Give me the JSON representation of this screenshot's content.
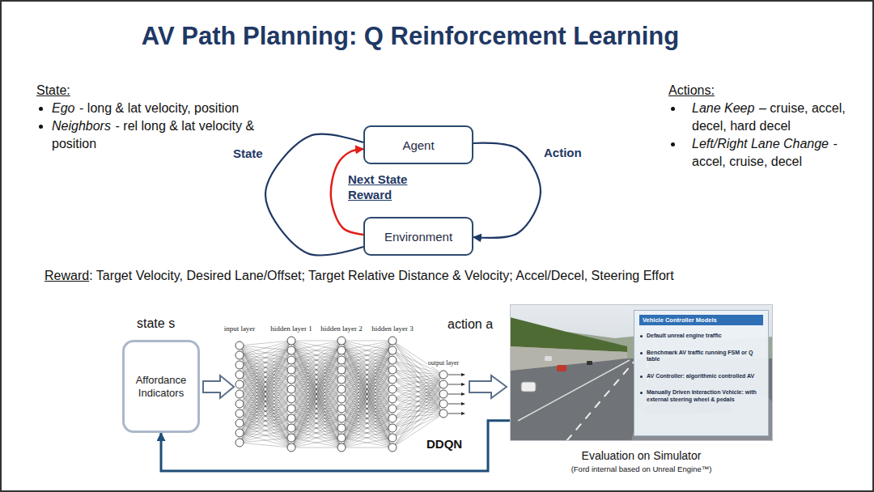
{
  "diagram": {
    "title": "AV Path Planning: Q Reinforcement Learning",
    "nodes": [
      {
        "text": [
          "Agent"
        ]
      },
      {
        "text": [
          "Environment"
        ]
      },
      {
        "text": [
          "state s",
          "Affordance Indicators"
        ]
      },
      {
        "text": [
          "Evaluation on Simulator",
          "(Ford internal based on Unreal Engine™)"
        ]
      },
      {
        "text": [
          "Vehicle Controller Models",
          "Default unreal engine traffic",
          "Benchmark AV traffic running FSM or Q table",
          "AV Controller: algorithmic controlled AV",
          "Manually Driven Interaction Vehicle: with external steering wheel & pedals"
        ],
        "in": 3
      }
    ],
    "edges": [
      {
        "from": 1,
        "to": 0,
        "label": "State",
        "arrow": "none"
      },
      {
        "from": 0,
        "to": 1,
        "label": "Action",
        "arrow": "to"
      },
      {
        "from": 1,
        "to": 0,
        "label": "Next State Reward",
        "arrow": "to"
      },
      {
        "from": 3,
        "to": 2,
        "arrow": "to"
      }
    ],
    "labels": [
      "State:",
      "Ego",
      "- long & lat velocity, position",
      "Neighbors",
      "- rel long & lat velocity & position",
      "Actions:",
      "Lane Keep",
      "– cruise, accel, decel, hard decel",
      "Left/Right Lane Change",
      "- accel, cruise, decel",
      "Reward",
      ": Target Velocity, Desired Lane/Offset; Target Relative Distance & Velocity; Accel/Decel, Steering Effort",
      "input layer",
      "hidden layer 1",
      "hidden layer 2",
      "hidden layer 3",
      "output layer",
      "action a",
      "DDQN"
    ]
  }
}
